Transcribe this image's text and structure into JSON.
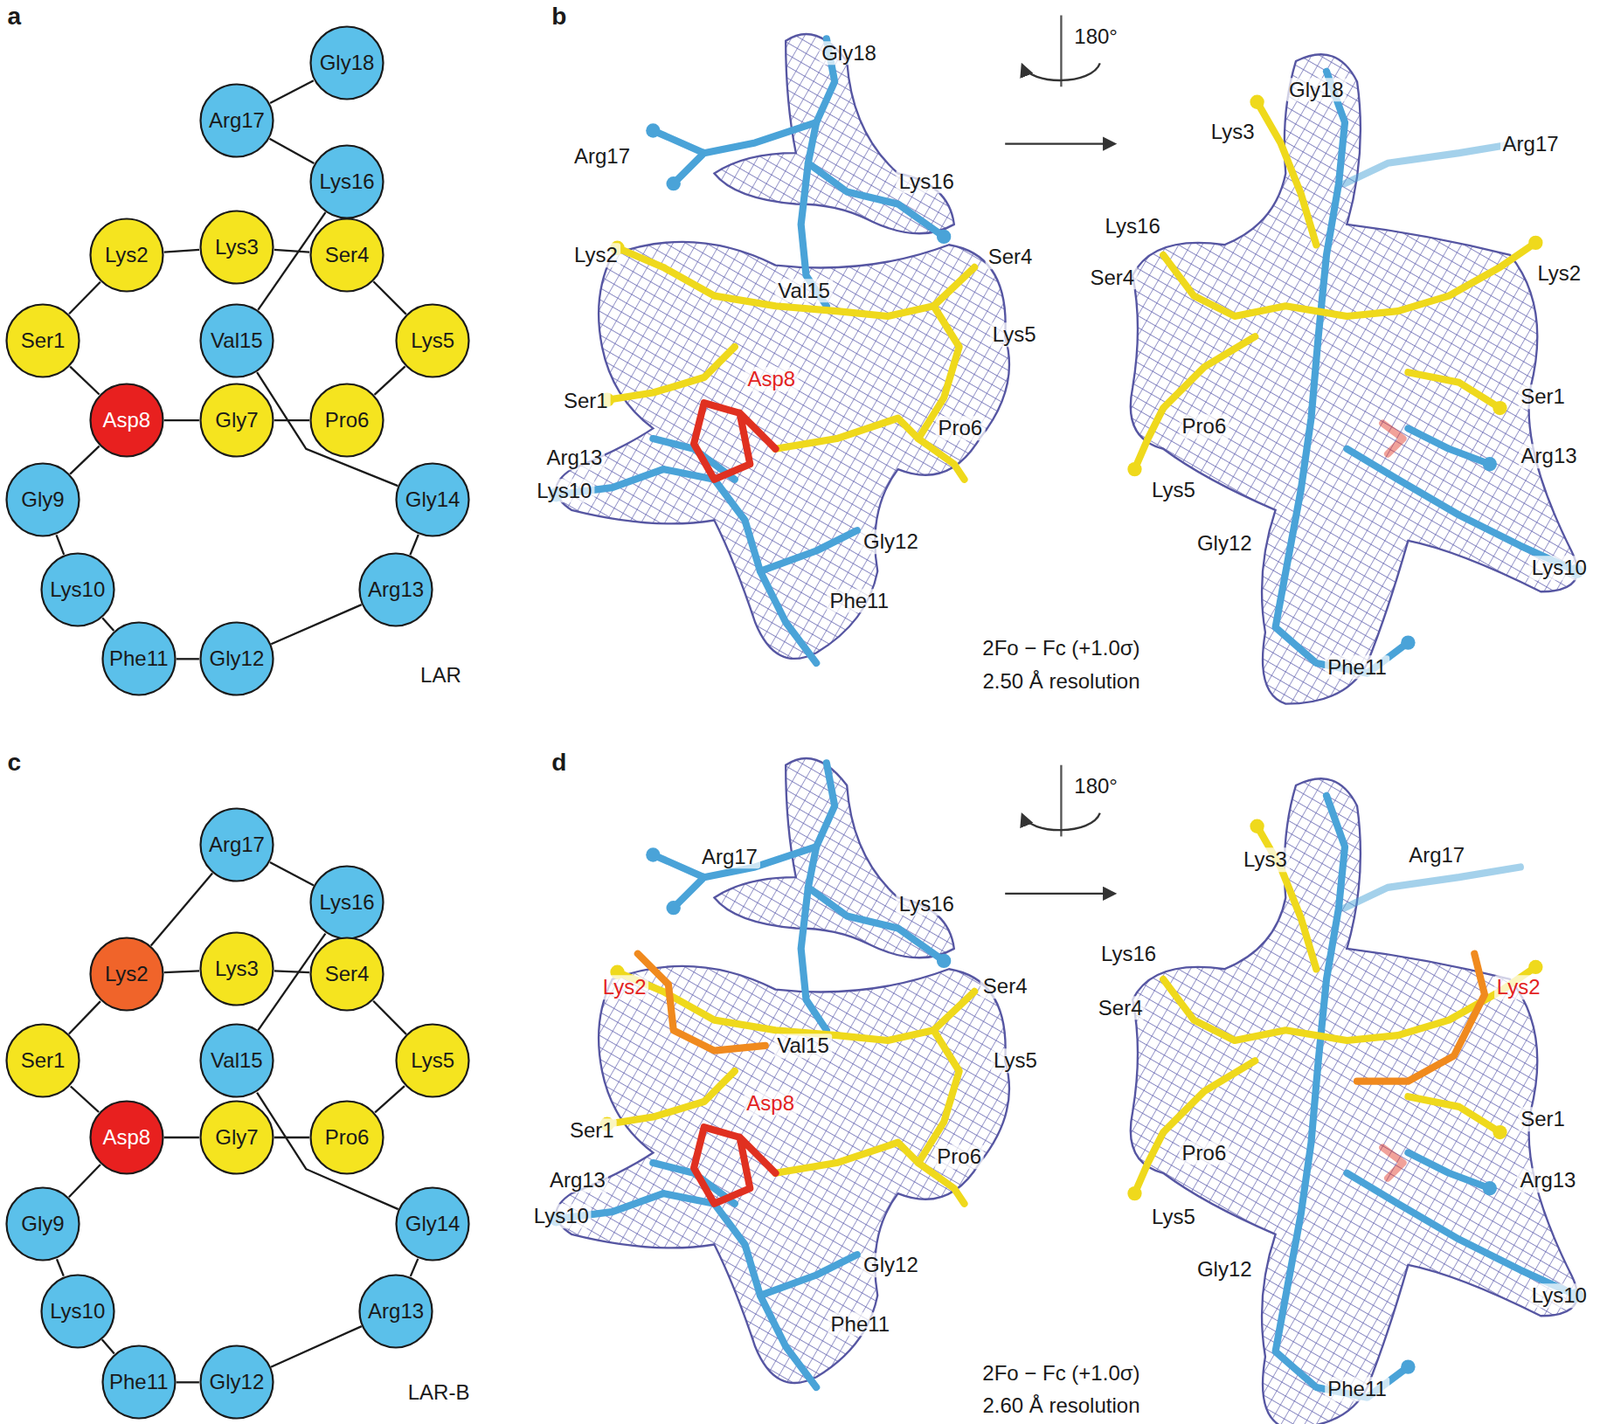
{
  "diagram": {
    "nodes": [
      {
        "text": [
          "Gly18"
        ]
      },
      {
        "text": [
          "Arg17"
        ]
      },
      {
        "text": [
          "Lys16"
        ]
      },
      {
        "text": [
          "Lys2"
        ]
      },
      {
        "text": [
          "Lys3"
        ]
      },
      {
        "text": [
          "Ser4"
        ]
      },
      {
        "text": [
          "Ser1"
        ]
      },
      {
        "text": [
          "Val15"
        ]
      },
      {
        "text": [
          "Lys5"
        ]
      },
      {
        "text": [
          "Asp8"
        ]
      },
      {
        "text": [
          "Gly7"
        ]
      },
      {
        "text": [
          "Pro6"
        ]
      },
      {
        "text": [
          "Gly9"
        ]
      },
      {
        "text": [
          "Gly14"
        ]
      },
      {
        "text": [
          "Lys10"
        ]
      },
      {
        "text": [
          "Arg13"
        ]
      },
      {
        "text": [
          "Phe11"
        ]
      },
      {
        "text": [
          "Gly12"
        ]
      },
      {
        "text": [
          "Arg17"
        ]
      },
      {
        "text": [
          "Lys16"
        ]
      },
      {
        "text": [
          "Lys2"
        ]
      },
      {
        "text": [
          "Lys3"
        ]
      },
      {
        "text": [
          "Ser4"
        ]
      },
      {
        "text": [
          "Ser1"
        ]
      },
      {
        "text": [
          "Val15"
        ]
      },
      {
        "text": [
          "Lys5"
        ]
      },
      {
        "text": [
          "Asp8"
        ]
      },
      {
        "text": [
          "Gly7"
        ]
      },
      {
        "text": [
          "Pro6"
        ]
      },
      {
        "text": [
          "Gly9"
        ]
      },
      {
        "text": [
          "Gly14"
        ]
      },
      {
        "text": [
          "Lys10"
        ]
      },
      {
        "text": [
          "Arg13"
        ]
      },
      {
        "text": [
          "Phe11"
        ]
      },
      {
        "text": [
          "Gly12"
        ]
      }
    ],
    "edges": [
      {
        "from": 0,
        "to": 1,
        "arrow": "none"
      },
      {
        "from": 1,
        "to": 2,
        "arrow": "none"
      },
      {
        "from": 2,
        "to": 7,
        "arrow": "none"
      },
      {
        "from": 3,
        "to": 4,
        "arrow": "none"
      },
      {
        "from": 4,
        "to": 5,
        "arrow": "none"
      },
      {
        "from": 6,
        "to": 3,
        "arrow": "none"
      },
      {
        "from": 5,
        "to": 8,
        "arrow": "none"
      },
      {
        "from": 8,
        "to": 11,
        "arrow": "none"
      },
      {
        "from": 11,
        "to": 10,
        "arrow": "none"
      },
      {
        "from": 10,
        "to": 9,
        "arrow": "none"
      },
      {
        "from": 6,
        "to": 9,
        "arrow": "none"
      },
      {
        "from": 9,
        "to": 12,
        "arrow": "none"
      },
      {
        "from": 12,
        "to": 14,
        "arrow": "none"
      },
      {
        "from": 14,
        "to": 16,
        "arrow": "none"
      },
      {
        "from": 16,
        "to": 17,
        "arrow": "none"
      },
      {
        "from": 17,
        "to": 15,
        "arrow": "none"
      },
      {
        "from": 15,
        "to": 13,
        "arrow": "none"
      },
      {
        "from": 13,
        "to": 7,
        "arrow": "none"
      },
      {
        "from": 18,
        "to": 19,
        "arrow": "none"
      },
      {
        "from": 18,
        "to": 20,
        "arrow": "none"
      },
      {
        "from": 19,
        "to": 24,
        "arrow": "none"
      },
      {
        "from": 20,
        "to": 21,
        "arrow": "none"
      },
      {
        "from": 21,
        "to": 22,
        "arrow": "none"
      },
      {
        "from": 23,
        "to": 20,
        "arrow": "none"
      },
      {
        "from": 22,
        "to": 25,
        "arrow": "none"
      },
      {
        "from": 25,
        "to": 28,
        "arrow": "none"
      },
      {
        "from": 28,
        "to": 27,
        "arrow": "none"
      },
      {
        "from": 27,
        "to": 26,
        "arrow": "none"
      },
      {
        "from": 23,
        "to": 26,
        "arrow": "none"
      },
      {
        "from": 26,
        "to": 29,
        "arrow": "none"
      },
      {
        "from": 29,
        "to": 31,
        "arrow": "none"
      },
      {
        "from": 31,
        "to": 33,
        "arrow": "none"
      },
      {
        "from": 33,
        "to": 34,
        "arrow": "none"
      },
      {
        "from": 34,
        "to": 32,
        "arrow": "none"
      },
      {
        "from": 32,
        "to": 30,
        "arrow": "none"
      },
      {
        "from": 30,
        "to": 24,
        "arrow": "none"
      }
    ],
    "labels": [
      "a",
      "LAR",
      "b",
      "180°",
      "Gly18",
      "Arg17",
      "Lys16",
      "Lys2",
      "Ser4",
      "Val15",
      "Lys5",
      "Asp8",
      "Ser1",
      "Pro6",
      "Arg13",
      "Lys10",
      "Gly12",
      "Phe11",
      "2Fo − Fc (+1.0σ)",
      "2.50 Å resolution",
      "Gly18",
      "Arg17",
      "Lys3",
      "Lys16",
      "Lys2",
      "Ser4",
      "Ser1",
      "Pro6",
      "Arg13",
      "Lys5",
      "Gly12",
      "Lys10",
      "Phe11",
      "c",
      "LAR-B",
      "d",
      "180°",
      "Arg17",
      "Lys16",
      "Lys2",
      "Ser4",
      "Val15",
      "Lys5",
      "Asp8",
      "Ser1",
      "Pro6",
      "Arg13",
      "Lys10",
      "Gly12",
      "Phe11",
      "2Fo − Fc (+1.0σ)",
      "2.60 Å resolution",
      "Lys3",
      "Arg17",
      "Lys16",
      "Lys2",
      "Ser4",
      "Ser1",
      "Pro6",
      "Arg13",
      "Lys5",
      "Gly12",
      "Lys10",
      "Phe11"
    ]
  }
}
